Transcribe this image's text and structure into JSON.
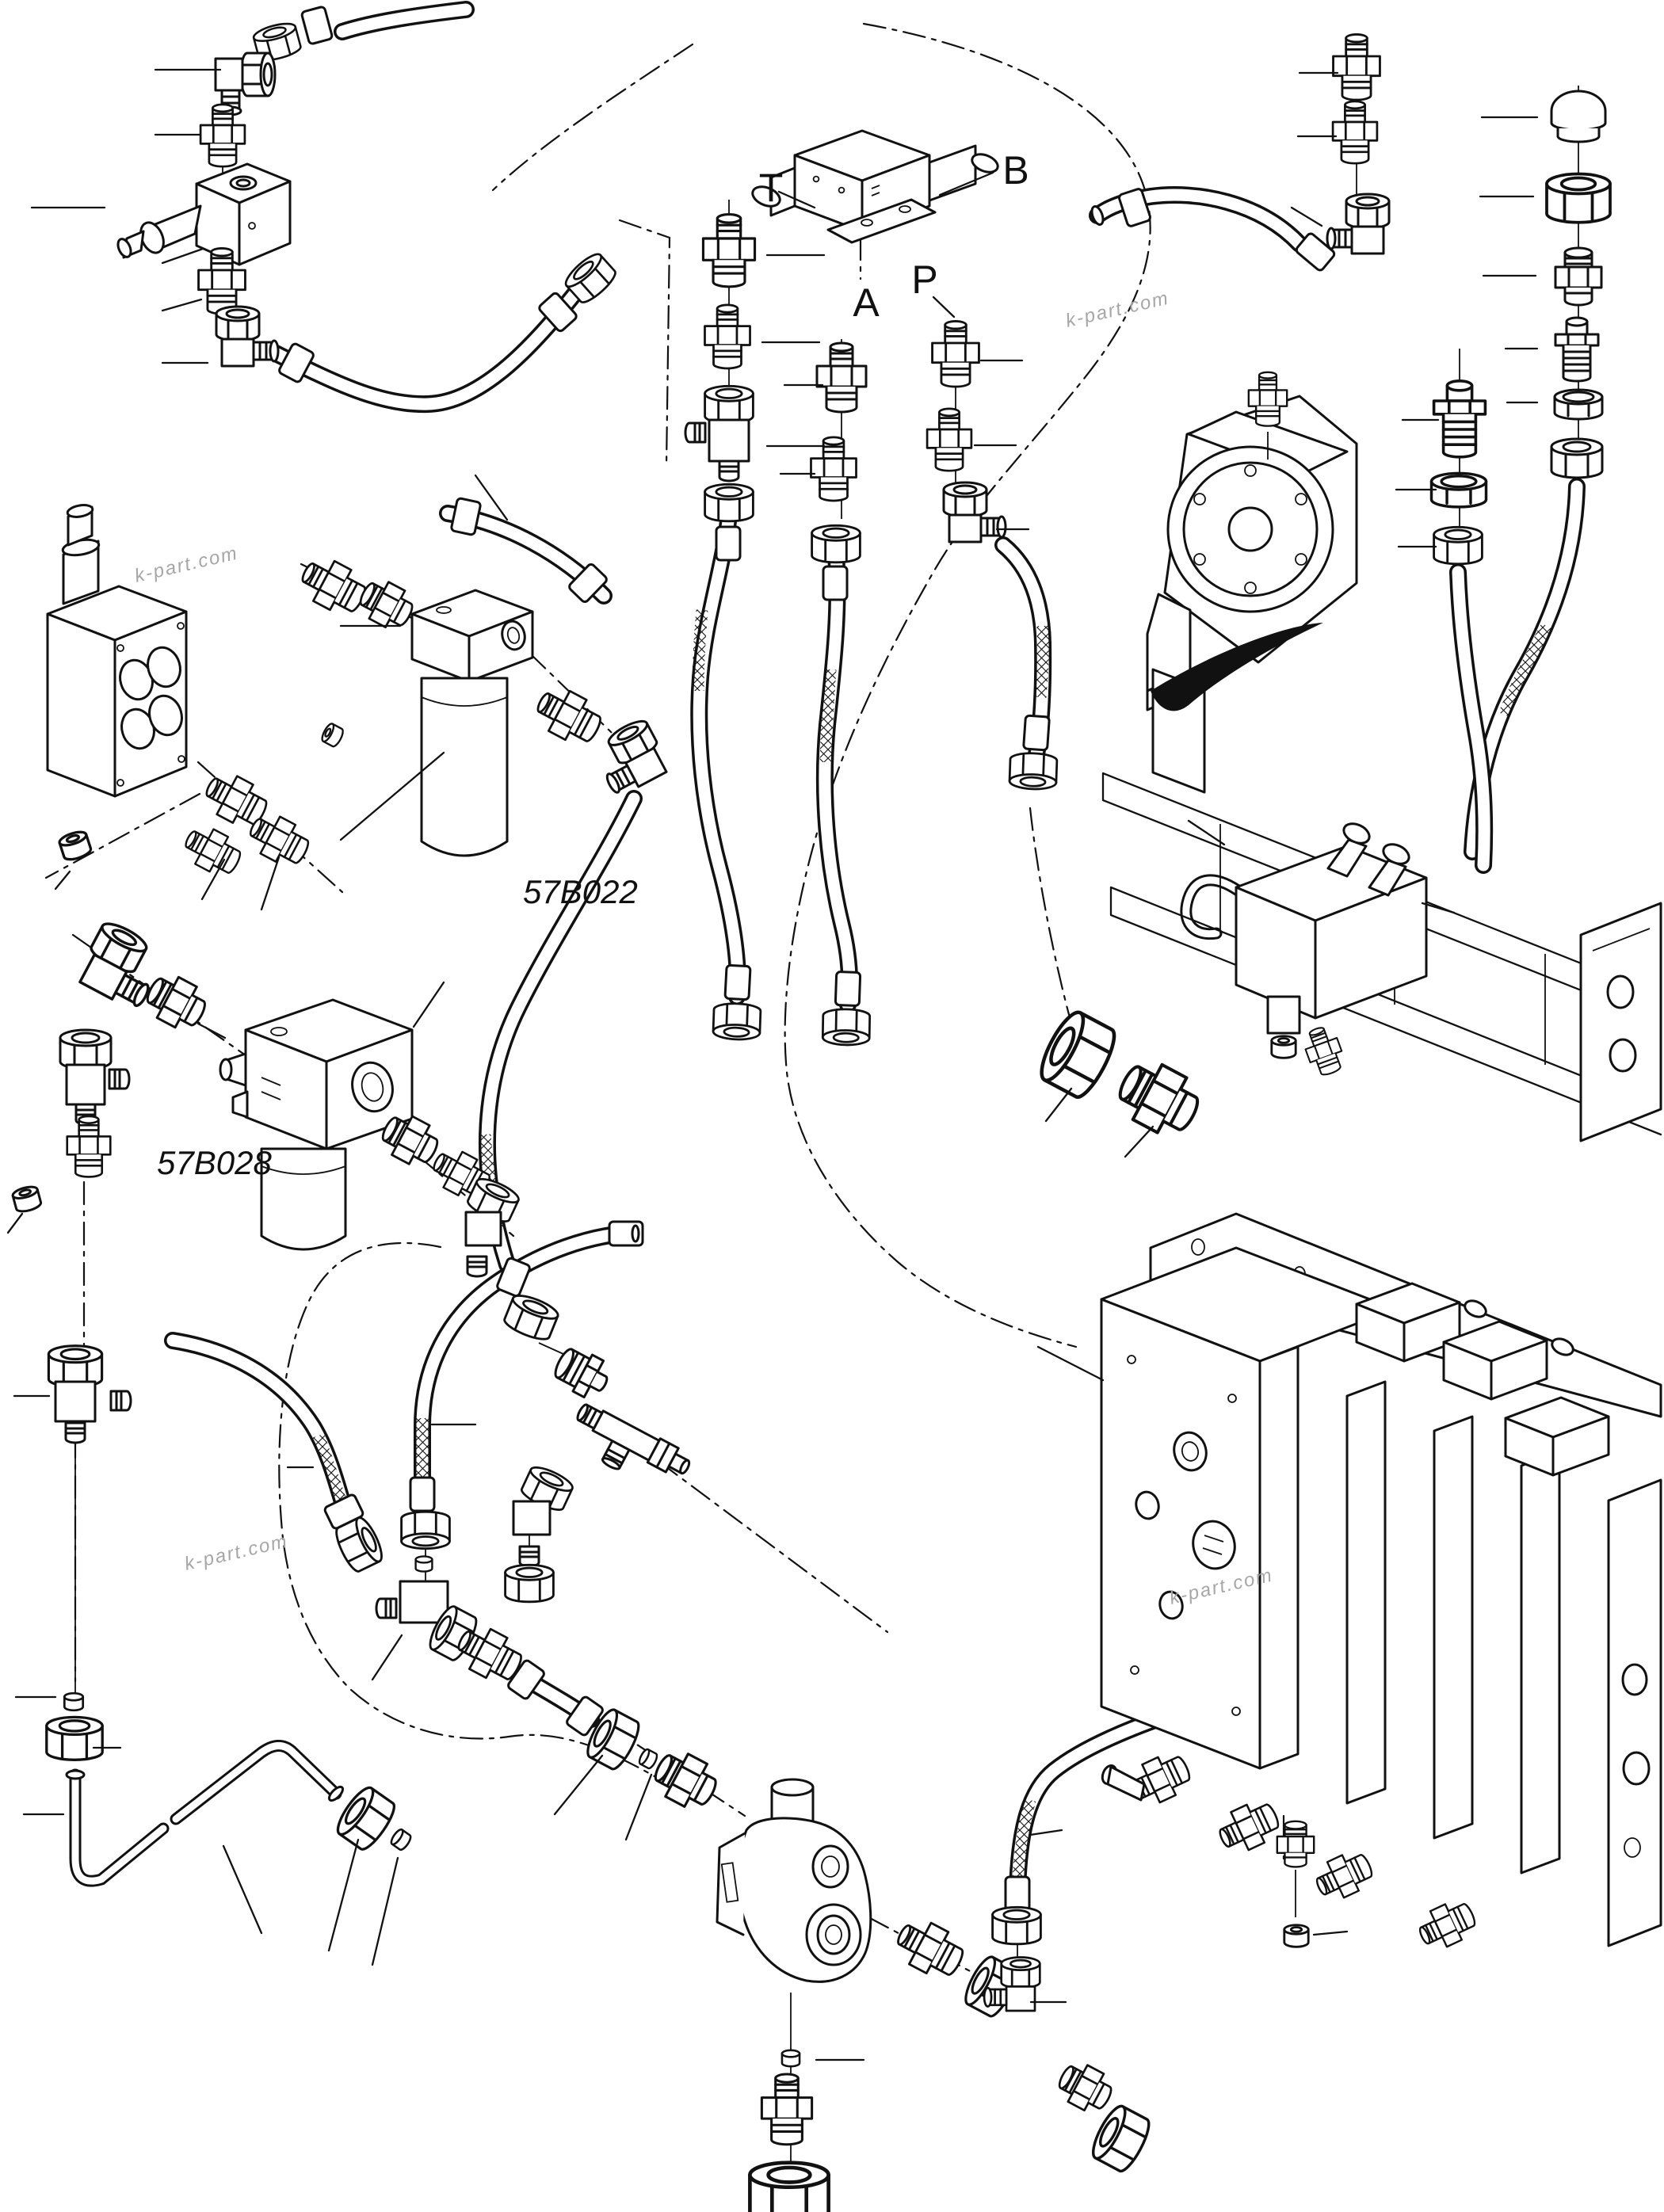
{
  "page": {
    "background": "#ffffff",
    "ink_color": "#111111",
    "watermark_color": "#a6a6a6",
    "type": "hydraulic-parts-exploded-diagram"
  },
  "port_labels": {
    "t": "T",
    "b": "B",
    "a": "A",
    "p": "P"
  },
  "part_refs": {
    "return_filter": "57B022",
    "pressure_filter": "57B028"
  },
  "watermarks": [
    {
      "text": "k-part.com"
    },
    {
      "text": "k-part.com"
    },
    {
      "text": "k-part.com"
    },
    {
      "text": "k-part.com"
    }
  ]
}
